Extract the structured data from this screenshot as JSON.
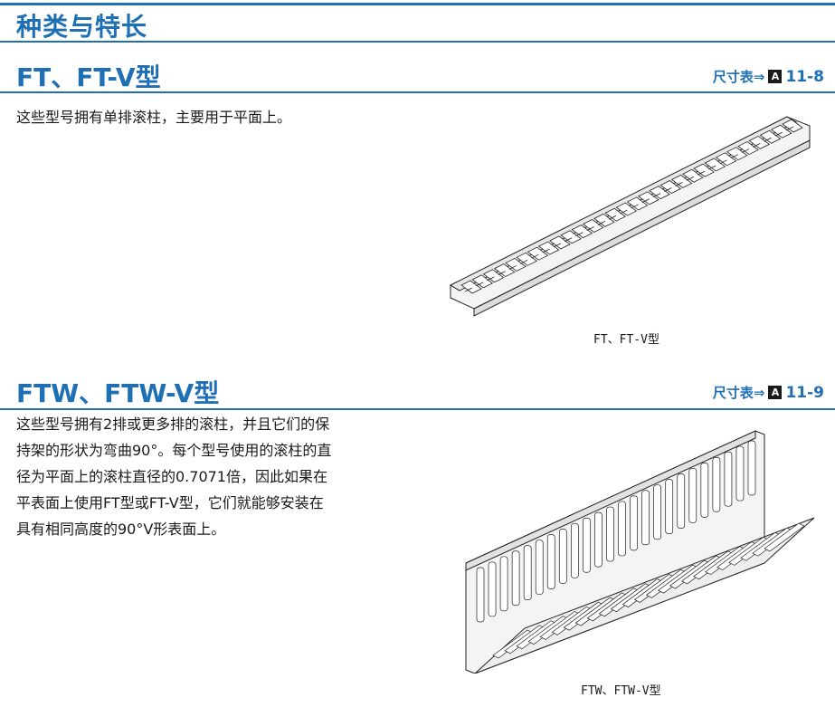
{
  "page_header": {
    "title": "种类与特长"
  },
  "sections": [
    {
      "title": "FT、FT-V型",
      "ref_label": "尺寸表⇒",
      "ref_badge": "A",
      "ref_num": "11-8",
      "text": "这些型号拥有单排滚柱，主要用于平面上。",
      "caption": "FT、FT-V型",
      "figure_icon": "single-row-roller-cage-illustration"
    },
    {
      "title": "FTW、FTW-V型",
      "ref_label": "尺寸表⇒",
      "ref_badge": "A",
      "ref_num": "11-9",
      "text_lines": [
        "这些型号拥有2排或更多排的滚柱，并且它们的保",
        "持架的形状为弯曲90°。每个型号使用的滚柱的直",
        "径为平面上的滚柱直径的0.7071倍，因此如果在",
        "平表面上使用FT型或FT-V型，它们就能够安装在",
        "具有相同高度的90°V形表面上。"
      ],
      "caption": "FTW、FTW-V型",
      "figure_icon": "v-shaped-roller-cage-illustration"
    }
  ]
}
